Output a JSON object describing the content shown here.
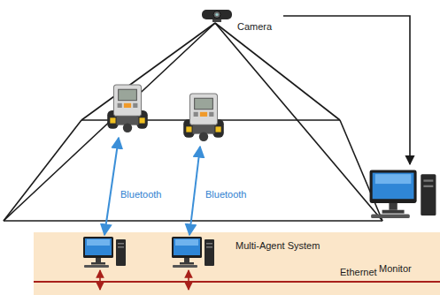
{
  "diagram": {
    "nodes": [
      {
        "text": [
          "Camera"
        ]
      },
      {
        "text": [
          "Monitor"
        ]
      },
      {
        "text": [
          "Multi-Agent System"
        ]
      }
    ],
    "edges": [
      {
        "from": 0,
        "to": 1,
        "arrow": "to"
      }
    ],
    "labels": [
      "Bluetooth",
      "Bluetooth",
      "Ethernet"
    ]
  }
}
